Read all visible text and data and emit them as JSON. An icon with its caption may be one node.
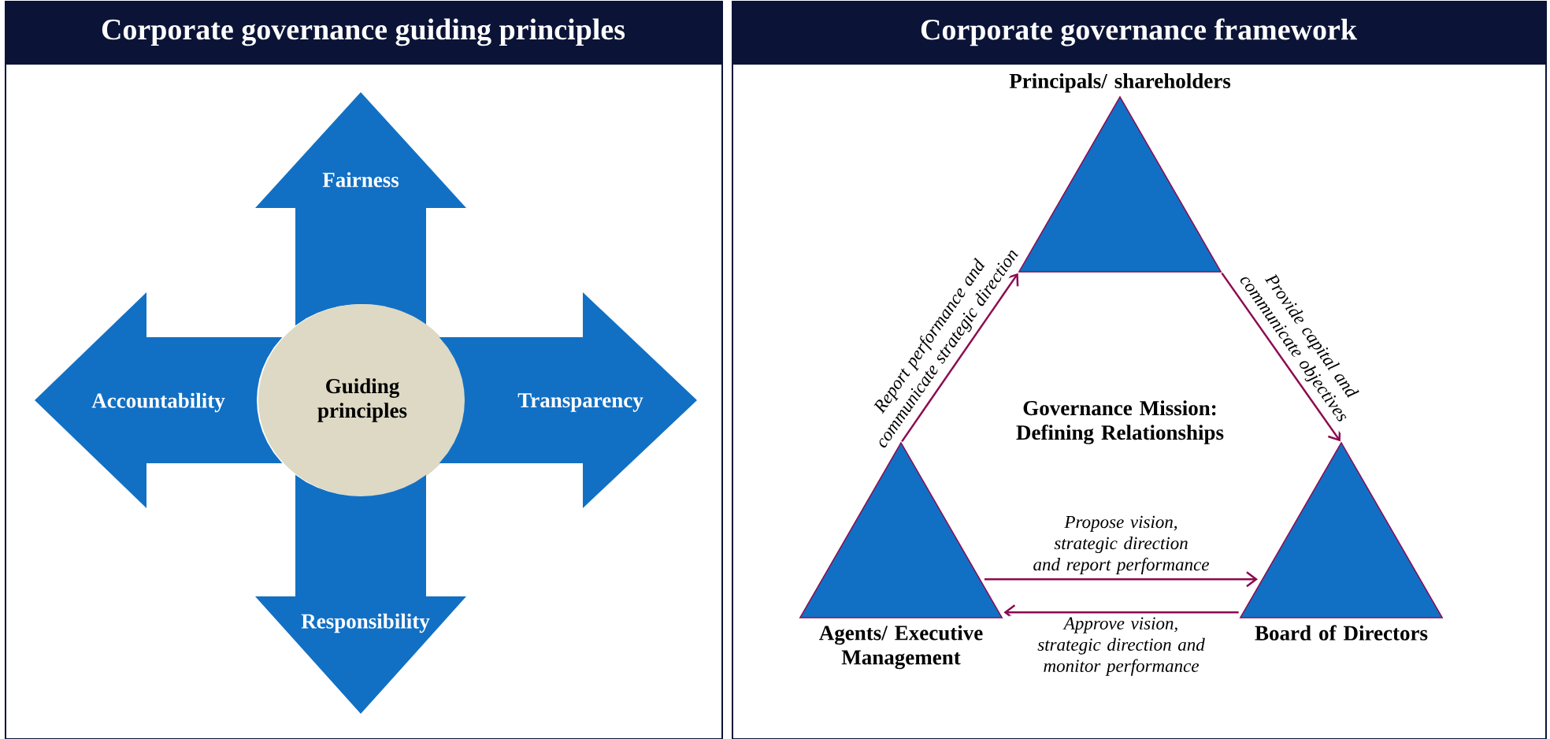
{
  "diagram": {
    "nodes": [
      {
        "text": [
          "Corporate governance guiding principles"
        ]
      },
      {
        "text": [
          "Corporate governance framework"
        ]
      },
      {
        "text": [
          "Fairness"
        ],
        "in": 0
      },
      {
        "text": [
          "Accountability"
        ],
        "in": 0
      },
      {
        "text": [
          "Guiding principles"
        ],
        "in": 0
      },
      {
        "text": [
          "Transparency"
        ],
        "in": 0
      },
      {
        "text": [
          "Responsibility"
        ],
        "in": 0
      },
      {
        "text": [
          "Principals/ shareholders"
        ],
        "in": 1
      },
      {
        "text": [
          "Agents/ Executive Management"
        ],
        "in": 1
      },
      {
        "text": [
          "Board of Directors"
        ],
        "in": 1
      }
    ],
    "edges": [
      {
        "from": 8,
        "to": 7,
        "arrow": "to",
        "label": "Report performance and communicate strategic direction"
      },
      {
        "from": 7,
        "to": 9,
        "arrow": "to",
        "label": "Provide capital and communicate objectives"
      },
      {
        "from": 8,
        "to": 9,
        "arrow": "to",
        "label": "Propose vision, strategic direction and report performance"
      },
      {
        "from": 9,
        "to": 8,
        "arrow": "to",
        "label": "Approve vision, strategic direction and monitor performance"
      }
    ],
    "labels": [
      "Governance Mission: Defining Relationships"
    ]
  }
}
